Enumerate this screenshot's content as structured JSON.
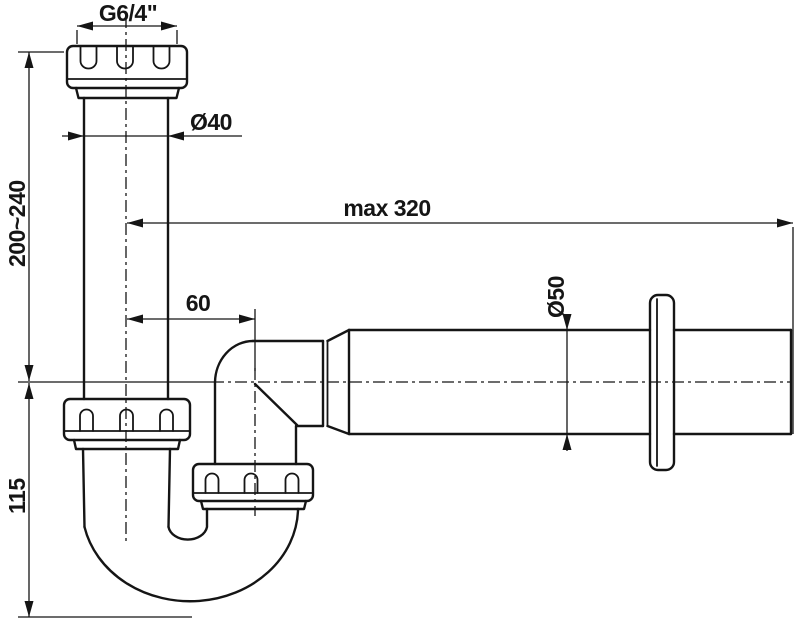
{
  "drawing": {
    "background": "#ffffff",
    "line_color": "#151515",
    "labels": {
      "thread_size": "G6/4\"",
      "inlet_diameter": "Ø40",
      "height_range": "200~240",
      "max_length": "max 320",
      "elbow_offset": "60",
      "outlet_diameter": "Ø50",
      "trap_depth": "115"
    }
  }
}
